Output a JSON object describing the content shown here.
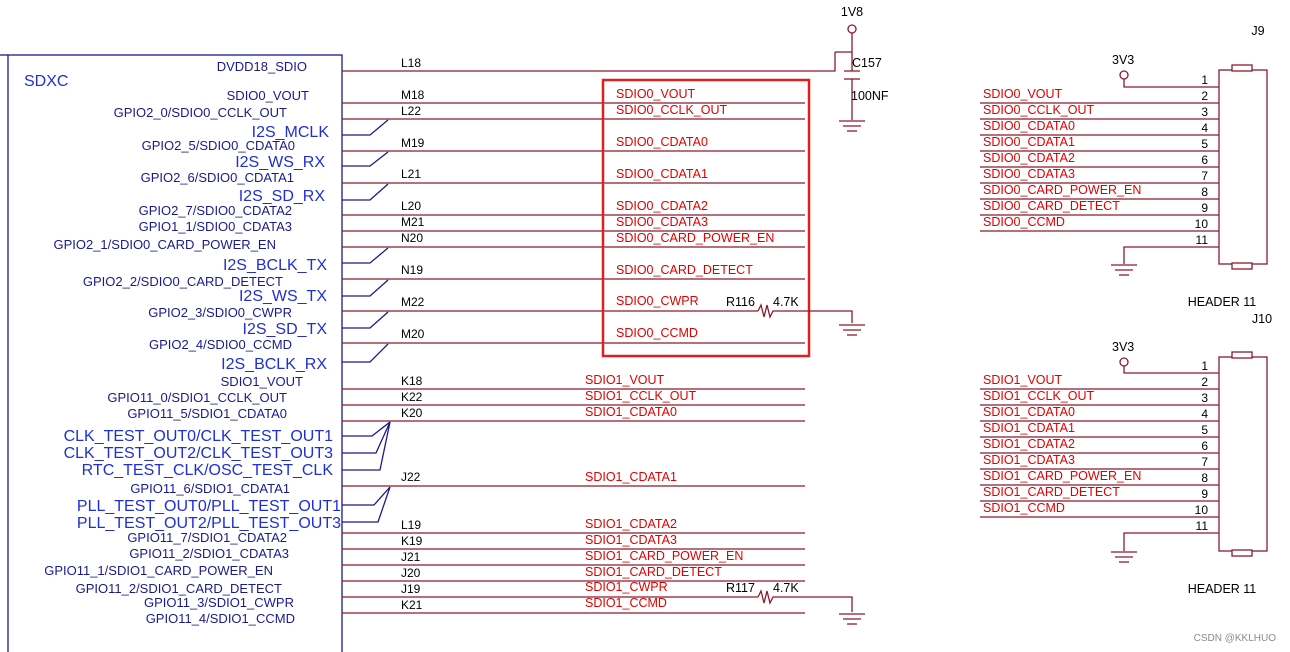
{
  "chip": {
    "name": "SDXC",
    "pins": [
      {
        "label": "DVDD18_SDIO",
        "num": "L18",
        "bold": false
      },
      {
        "label": "SDIO0_VOUT",
        "num": "M18",
        "bold": false
      },
      {
        "label": "GPIO2_0/SDIO0_CCLK_OUT",
        "num": "L22",
        "bold": false
      },
      {
        "label": "I2S_MCLK",
        "num": "",
        "bold": true
      },
      {
        "label": "GPIO2_5/SDIO0_CDATA0",
        "num": "M19",
        "bold": false
      },
      {
        "label": "I2S_WS_RX",
        "num": "",
        "bold": true
      },
      {
        "label": "GPIO2_6/SDIO0_CDATA1",
        "num": "L21",
        "bold": false
      },
      {
        "label": "I2S_SD_RX",
        "num": "",
        "bold": true
      },
      {
        "label": "GPIO2_7/SDIO0_CDATA2",
        "num": "L20",
        "bold": false
      },
      {
        "label": "GPIO1_1/SDIO0_CDATA3",
        "num": "M21",
        "bold": false
      },
      {
        "label": "GPIO2_1/SDIO0_CARD_POWER_EN",
        "num": "N20",
        "bold": false
      },
      {
        "label": "I2S_BCLK_TX",
        "num": "",
        "bold": true
      },
      {
        "label": "GPIO2_2/SDIO0_CARD_DETECT",
        "num": "N19",
        "bold": false
      },
      {
        "label": "I2S_WS_TX",
        "num": "",
        "bold": true
      },
      {
        "label": "GPIO2_3/SDIO0_CWPR",
        "num": "M22",
        "bold": false
      },
      {
        "label": "I2S_SD_TX",
        "num": "",
        "bold": true
      },
      {
        "label": "GPIO2_4/SDIO0_CCMD",
        "num": "M20",
        "bold": false
      },
      {
        "label": "I2S_BCLK_RX",
        "num": "",
        "bold": true
      },
      {
        "label": "SDIO1_VOUT",
        "num": "K18",
        "bold": false
      },
      {
        "label": "GPIO11_0/SDIO1_CCLK_OUT",
        "num": "K22",
        "bold": false
      },
      {
        "label": "GPIO11_5/SDIO1_CDATA0",
        "num": "K20",
        "bold": false
      },
      {
        "label": "CLK_TEST_OUT0/CLK_TEST_OUT1",
        "num": "",
        "bold": true
      },
      {
        "label": "CLK_TEST_OUT2/CLK_TEST_OUT3",
        "num": "",
        "bold": true
      },
      {
        "label": "RTC_TEST_CLK/OSC_TEST_CLK",
        "num": "",
        "bold": true
      },
      {
        "label": "GPIO11_6/SDIO1_CDATA1",
        "num": "J22",
        "bold": false
      },
      {
        "label": "PLL_TEST_OUT0/PLL_TEST_OUT1",
        "num": "",
        "bold": true
      },
      {
        "label": "PLL_TEST_OUT2/PLL_TEST_OUT3",
        "num": "",
        "bold": true
      },
      {
        "label": "GPIO11_7/SDIO1_CDATA2",
        "num": "L19",
        "bold": false
      },
      {
        "label": "GPIO11_2/SDIO1_CDATA3",
        "num": "K19",
        "bold": false
      },
      {
        "label": "GPIO11_1/SDIO1_CARD_POWER_EN",
        "num": "J21",
        "bold": false
      },
      {
        "label": "GPIO11_2/SDIO1_CARD_DETECT",
        "num": "J20",
        "bold": false
      },
      {
        "label": "GPIO11_3/SDIO1_CWPR",
        "num": "J19",
        "bold": false
      },
      {
        "label": "GPIO11_4/SDIO1_CCMD",
        "num": "K21",
        "bold": false
      }
    ]
  },
  "net_labels_sdio0": [
    "SDIO0_VOUT",
    "SDIO0_CCLK_OUT",
    "SDIO0_CDATA0",
    "SDIO0_CDATA1",
    "SDIO0_CDATA2",
    "SDIO0_CDATA3",
    "SDIO0_CARD_POWER_EN",
    "SDIO0_CARD_DETECT",
    "SDIO0_CWPR",
    "SDIO0_CCMD"
  ],
  "net_labels_sdio1": [
    "SDIO1_VOUT",
    "SDIO1_CCLK_OUT",
    "SDIO1_CDATA0",
    "SDIO1_CDATA1",
    "SDIO1_CDATA2",
    "SDIO1_CDATA3",
    "SDIO1_CARD_POWER_EN",
    "SDIO1_CARD_DETECT",
    "SDIO1_CWPR",
    "SDIO1_CCMD"
  ],
  "power_1v8": "1V8",
  "capacitor": {
    "ref": "C157",
    "value": "100NF"
  },
  "resistors": [
    {
      "ref": "R116",
      "value": "4.7K"
    },
    {
      "ref": "R117",
      "value": "4.7K"
    }
  ],
  "headers": [
    {
      "ref": "J9",
      "name": "HEADER 11",
      "power": "3V3",
      "signals": [
        "SDIO0_VOUT",
        "SDIO0_CCLK_OUT",
        "SDIO0_CDATA0",
        "SDIO0_CDATA1",
        "SDIO0_CDATA2",
        "SDIO0_CDATA3",
        "SDIO0_CARD_POWER_EN",
        "SDIO0_CARD_DETECT",
        "SDIO0_CCMD"
      ],
      "pin_numbers": [
        "1",
        "2",
        "3",
        "4",
        "5",
        "6",
        "7",
        "8",
        "9",
        "10",
        "11"
      ]
    },
    {
      "ref": "J10",
      "name": "HEADER 11",
      "power": "3V3",
      "signals": [
        "SDIO1_VOUT",
        "SDIO1_CCLK_OUT",
        "SDIO1_CDATA0",
        "SDIO1_CDATA1",
        "SDIO1_CDATA2",
        "SDIO1_CDATA3",
        "SDIO1_CARD_POWER_EN",
        "SDIO1_CARD_DETECT",
        "SDIO1_CCMD"
      ],
      "pin_numbers": [
        "1",
        "2",
        "3",
        "4",
        "5",
        "6",
        "7",
        "8",
        "9",
        "10",
        "11"
      ]
    }
  ],
  "watermark": "CSDN @KKLHUO",
  "colors": {
    "wire": "#8b1a2e",
    "net_label": "#e00000",
    "chip": "#1a1a8c",
    "highlight": "#e02020"
  }
}
